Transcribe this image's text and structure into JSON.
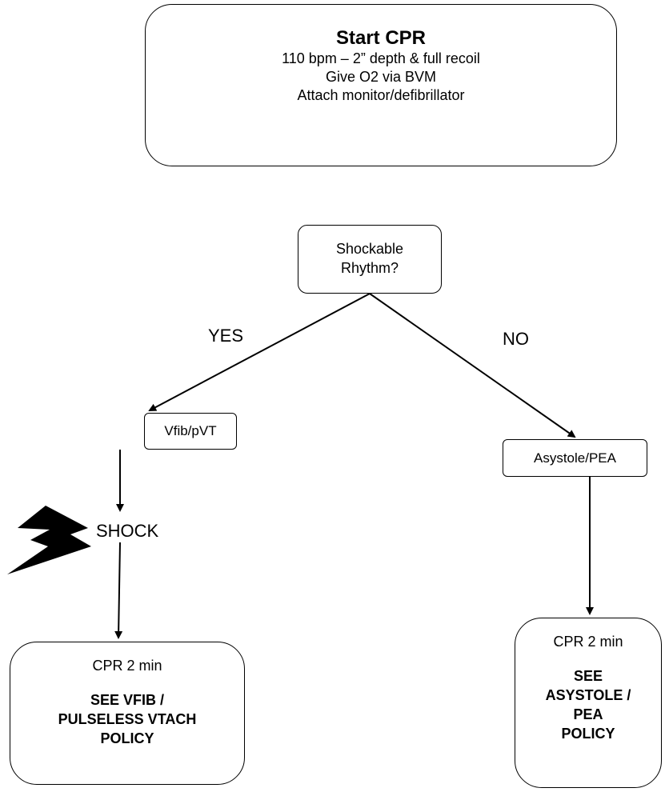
{
  "start": {
    "title": "Start CPR",
    "line1": "110 bpm – 2” depth & full recoil",
    "line2": "Give O2 via BVM",
    "line3": "Attach monitor/defibrillator"
  },
  "decision": {
    "line1": "Shockable",
    "line2": "Rhythm?"
  },
  "branches": {
    "yes": "YES",
    "no": "NO"
  },
  "left_path": {
    "rhythm": "Vfib/pVT",
    "action": "SHOCK",
    "cpr": "CPR 2 min",
    "policy_line1": "SEE VFIB /",
    "policy_line2": "PULSELESS VTACH",
    "policy_line3": "POLICY"
  },
  "right_path": {
    "rhythm": "Asystole/PEA",
    "cpr": "CPR 2 min",
    "policy_line1": "SEE",
    "policy_line2": "ASYSTOLE /",
    "policy_line3": "PEA",
    "policy_line4": "POLICY"
  },
  "icons": {
    "shock": "lightning-bolt-icon"
  }
}
